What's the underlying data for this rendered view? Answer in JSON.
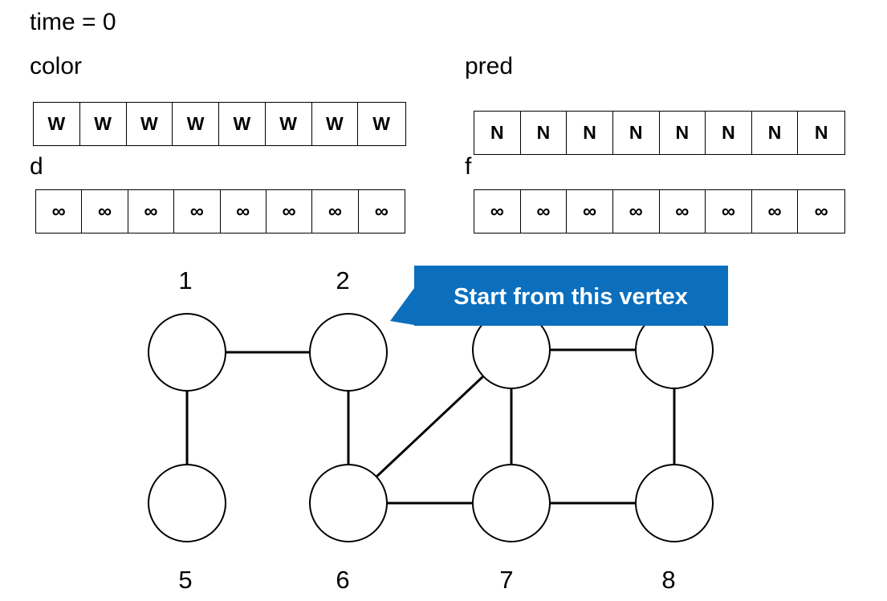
{
  "time_label": "time = 0",
  "arrays": {
    "color": {
      "label": "color",
      "cells": [
        "W",
        "W",
        "W",
        "W",
        "W",
        "W",
        "W",
        "W"
      ]
    },
    "pred": {
      "label": "pred",
      "cells": [
        "N",
        "N",
        "N",
        "N",
        "N",
        "N",
        "N",
        "N"
      ]
    },
    "d": {
      "label": "d",
      "cells": [
        "∞",
        "∞",
        "∞",
        "∞",
        "∞",
        "∞",
        "∞",
        "∞"
      ]
    },
    "f": {
      "label": "f",
      "cells": [
        "∞",
        "∞",
        "∞",
        "∞",
        "∞",
        "∞",
        "∞",
        "∞"
      ]
    }
  },
  "graph": {
    "vertices": [
      {
        "id": 1,
        "label": "1"
      },
      {
        "id": 2,
        "label": "2"
      },
      {
        "id": 3,
        "label": ""
      },
      {
        "id": 4,
        "label": ""
      },
      {
        "id": 5,
        "label": "5"
      },
      {
        "id": 6,
        "label": "6"
      },
      {
        "id": 7,
        "label": "7"
      },
      {
        "id": 8,
        "label": "8"
      }
    ],
    "edges": [
      [
        1,
        2
      ],
      [
        3,
        4
      ],
      [
        1,
        5
      ],
      [
        2,
        6
      ],
      [
        3,
        6
      ],
      [
        3,
        7
      ],
      [
        4,
        8
      ],
      [
        6,
        7
      ],
      [
        7,
        8
      ]
    ]
  },
  "callout": {
    "text": "Start from this vertex",
    "color": "#0b6fbe"
  }
}
